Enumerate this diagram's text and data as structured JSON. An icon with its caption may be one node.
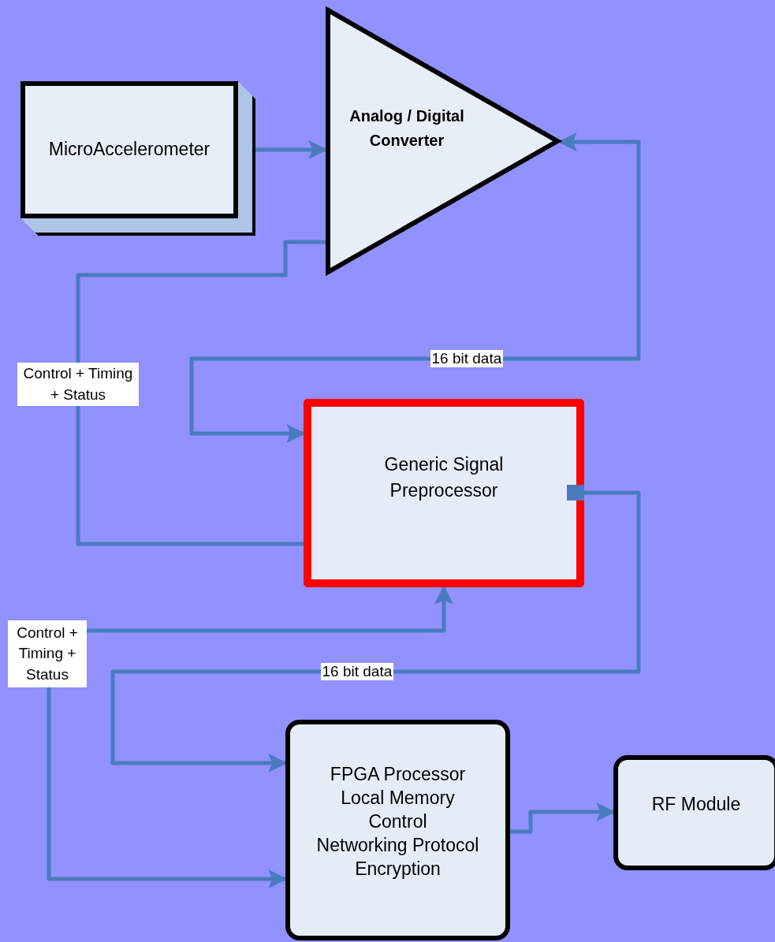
{
  "diagram": {
    "nodes": [
      {
        "text": [
          "MicroAccelerometer"
        ]
      },
      {
        "text": [
          "Analog / Digital Converter"
        ]
      },
      {
        "text": [
          "Generic Signal Preprocessor"
        ]
      },
      {
        "text": [
          "FPGA Processor",
          "Local Memory",
          "Control",
          "Networking Protocol",
          "Encryption"
        ]
      },
      {
        "text": [
          "RF Module"
        ]
      },
      {
        "text": [
          "Control + Timing + Status"
        ]
      }
    ],
    "edges": [
      {
        "from": 0,
        "to": 1,
        "arrow": "to"
      },
      {
        "from": 1,
        "to": 2,
        "arrow": "none",
        "label": "Control + Timing + Status"
      },
      {
        "from": 1,
        "to": 2,
        "arrow": "both",
        "label": "16 bit data"
      },
      {
        "from": 2,
        "to": 3,
        "arrow": "to",
        "label": "16 bit data"
      },
      {
        "from": 5,
        "to": 2,
        "arrow": "to"
      },
      {
        "from": 5,
        "to": 3,
        "arrow": "to"
      },
      {
        "from": 3,
        "to": 4,
        "arrow": "to"
      }
    ]
  }
}
